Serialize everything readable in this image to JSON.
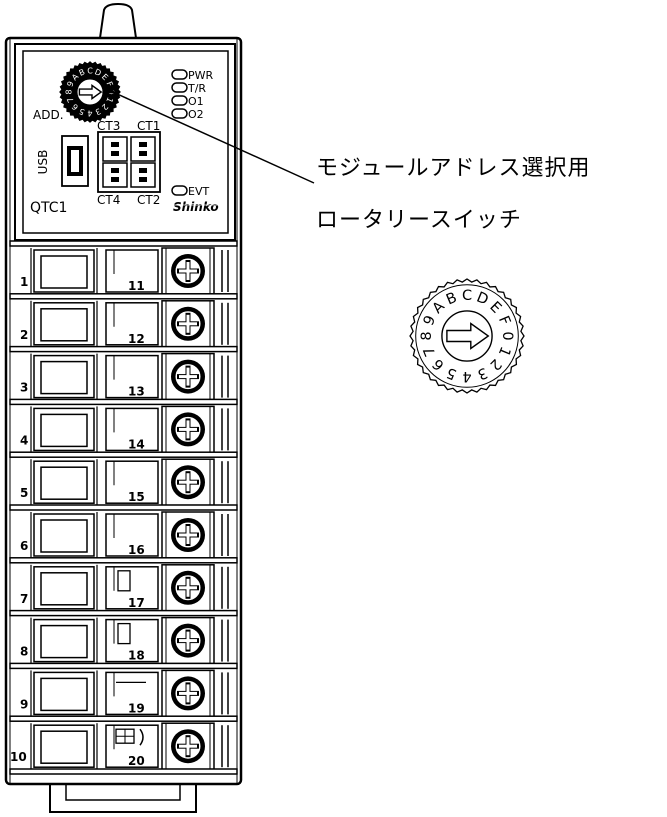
{
  "module": {
    "model": "QTC1",
    "brand": "Shinko",
    "address_label": "ADD.",
    "usb_label": "USB",
    "connector_labels": {
      "ct3": "CT3",
      "ct1": "CT1",
      "ct4": "CT4",
      "ct2": "CT2"
    },
    "leds": [
      "PWR",
      "T/R",
      "O1",
      "O2"
    ],
    "evt_led": "EVT",
    "terminals_left": [
      "1",
      "2",
      "3",
      "4",
      "5",
      "6",
      "7",
      "8",
      "9",
      "10"
    ],
    "terminals_right": [
      "11",
      "12",
      "13",
      "14",
      "15",
      "16",
      "17",
      "18",
      "19",
      "20"
    ]
  },
  "callout": {
    "line1": "モジュールアドレス選択用",
    "line2": "ロータリースイッチ"
  },
  "switch_characters": [
    "0",
    "1",
    "2",
    "3",
    "4",
    "5",
    "6",
    "7",
    "8",
    "9",
    "A",
    "B",
    "C",
    "D",
    "E",
    "F"
  ]
}
